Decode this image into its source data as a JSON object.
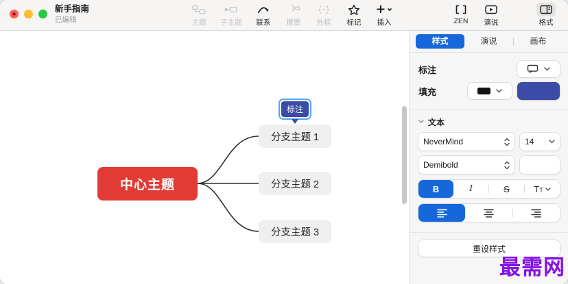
{
  "window": {
    "title": "新手指南",
    "subtitle": "已编辑"
  },
  "toolbar": {
    "items": [
      {
        "label": "主题",
        "enabled": false
      },
      {
        "label": "子主题",
        "enabled": false
      },
      {
        "label": "联系",
        "enabled": true
      },
      {
        "label": "概要",
        "enabled": false
      },
      {
        "label": "外框",
        "enabled": false
      },
      {
        "label": "标记",
        "enabled": true
      },
      {
        "label": "插入",
        "enabled": true
      }
    ],
    "right_items": [
      {
        "label": "ZEN",
        "active": false
      },
      {
        "label": "演说",
        "active": false
      },
      {
        "label": "格式",
        "active": true
      }
    ]
  },
  "mindmap": {
    "central_topic": "中心主题",
    "branches": [
      "分支主题 1",
      "分支主题 2",
      "分支主题 3"
    ],
    "callout_label": "标注",
    "colors": {
      "central_fill": "#E23B35",
      "branch_fill": "#F0EFEF",
      "callout_fill": "#3B4BA6",
      "selection_ring": "#4FA7FF",
      "connector": "#2D2D2D"
    }
  },
  "panel": {
    "tabs": [
      {
        "label": "样式",
        "active": true
      },
      {
        "label": "演说",
        "active": false
      },
      {
        "label": "画布",
        "active": false
      }
    ],
    "callout_row_label": "标注",
    "fill_row_label": "填充",
    "fill_swatch_color": "#111111",
    "fill_color": "#3B4BA6",
    "text_section_label": "文本",
    "font_name": "NeverMind",
    "font_size": "14",
    "font_weight": "Demibold",
    "bold_label": "B",
    "italic_label": "I",
    "strike_label": "S",
    "case_label": "TT",
    "reset_label": "重设样式",
    "accent": "#1667D9"
  },
  "watermark": {
    "text": "最需网",
    "color": "#8411E8"
  }
}
